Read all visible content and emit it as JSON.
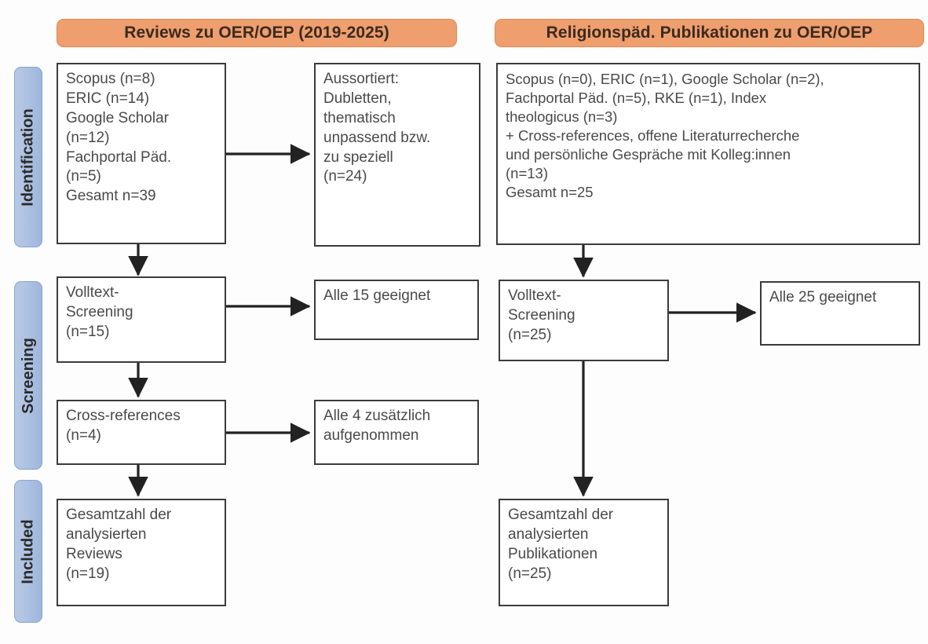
{
  "figure": {
    "type": "prisma-flow-diagram",
    "title_left": "Reviews zu OER/OEP (2019-2025)",
    "title_right": "Religionspäd. Publikationen zu OER/OEP",
    "accent_orange": "#ef9e6d",
    "accent_blue": "#aec2e2",
    "box_border": "#3b3b3b"
  },
  "stages": [
    {
      "label": "Identification"
    },
    {
      "label": "Screening"
    },
    {
      "label": "Included"
    }
  ],
  "left_column": {
    "identification_sources": "Scopus (n=8)\nERIC (n=14)\nGoogle Scholar\n(n=12)\nFachportal Päd.\n(n=5)\nGesamt n=39",
    "excluded": "Aussortiert:\nDubletten,\nthematisch\nunpassend bzw.\nzu speziell\n(n=24)",
    "fulltext_screening": "Volltext-\nScreening\n(n=15)",
    "fulltext_result": "Alle 15 geeignet",
    "cross_references": "Cross-references\n(n=4)",
    "cross_references_result": "Alle 4 zusätzlich\naufgenommen",
    "included_total": "Gesamtzahl der\nanalysierten\nReviews\n(n=19)"
  },
  "right_column": {
    "identification_sources": "Scopus (n=0), ERIC (n=1), Google Scholar (n=2),\nFachportal Päd. (n=5), RKE (n=1), Index\ntheologicus (n=3)\n+ Cross-references, offene Literaturrecherche\nund persönliche Gespräche mit Kolleg:innen\n(n=13)\nGesamt n=25",
    "fulltext_screening": "Volltext-\nScreening\n(n=25)",
    "fulltext_result": "Alle 25 geeignet",
    "included_total": "Gesamtzahl der\nanalysierten\nPublikationen\n(n=25)"
  },
  "counts": {
    "left_scopus": 8,
    "left_eric": 14,
    "left_google_scholar": 12,
    "left_fachportal": 5,
    "left_total_identified": 39,
    "left_excluded": 24,
    "left_fulltext_screened": 15,
    "left_fulltext_eligible": 15,
    "left_cross_references": 4,
    "left_cross_references_added": 4,
    "left_included": 19,
    "right_scopus": 0,
    "right_eric": 1,
    "right_google_scholar": 2,
    "right_fachportal": 5,
    "right_rke": 1,
    "right_index_theologicus": 3,
    "right_other_sources": 13,
    "right_total_identified": 25,
    "right_fulltext_screened": 25,
    "right_fulltext_eligible": 25,
    "right_included": 25
  }
}
